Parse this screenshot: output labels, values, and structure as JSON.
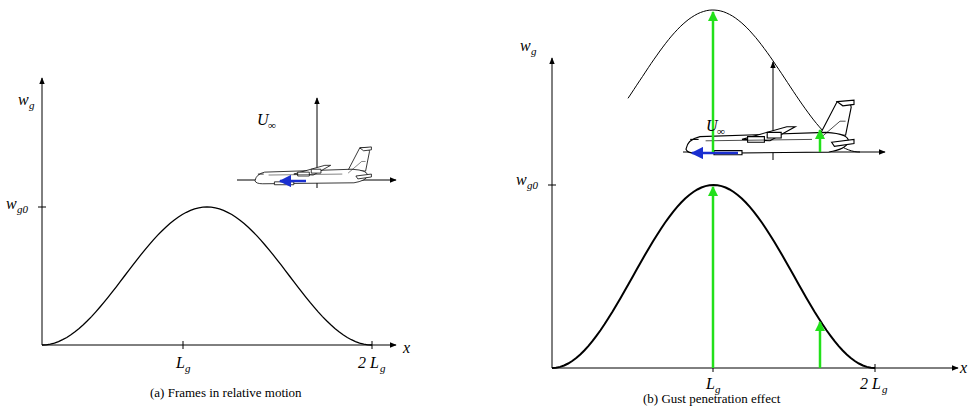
{
  "diagram": {
    "labels": [
      "w",
      "g",
      "w",
      "g0",
      "U",
      "∞",
      "L",
      "g",
      "2 L",
      "g",
      "x",
      "(a) Frames in relative motion",
      "w",
      "g",
      "w",
      "g0",
      "U",
      "∞",
      "L",
      "g",
      "2 L",
      "g",
      "x",
      "(b) Gust penetration effect"
    ]
  }
}
